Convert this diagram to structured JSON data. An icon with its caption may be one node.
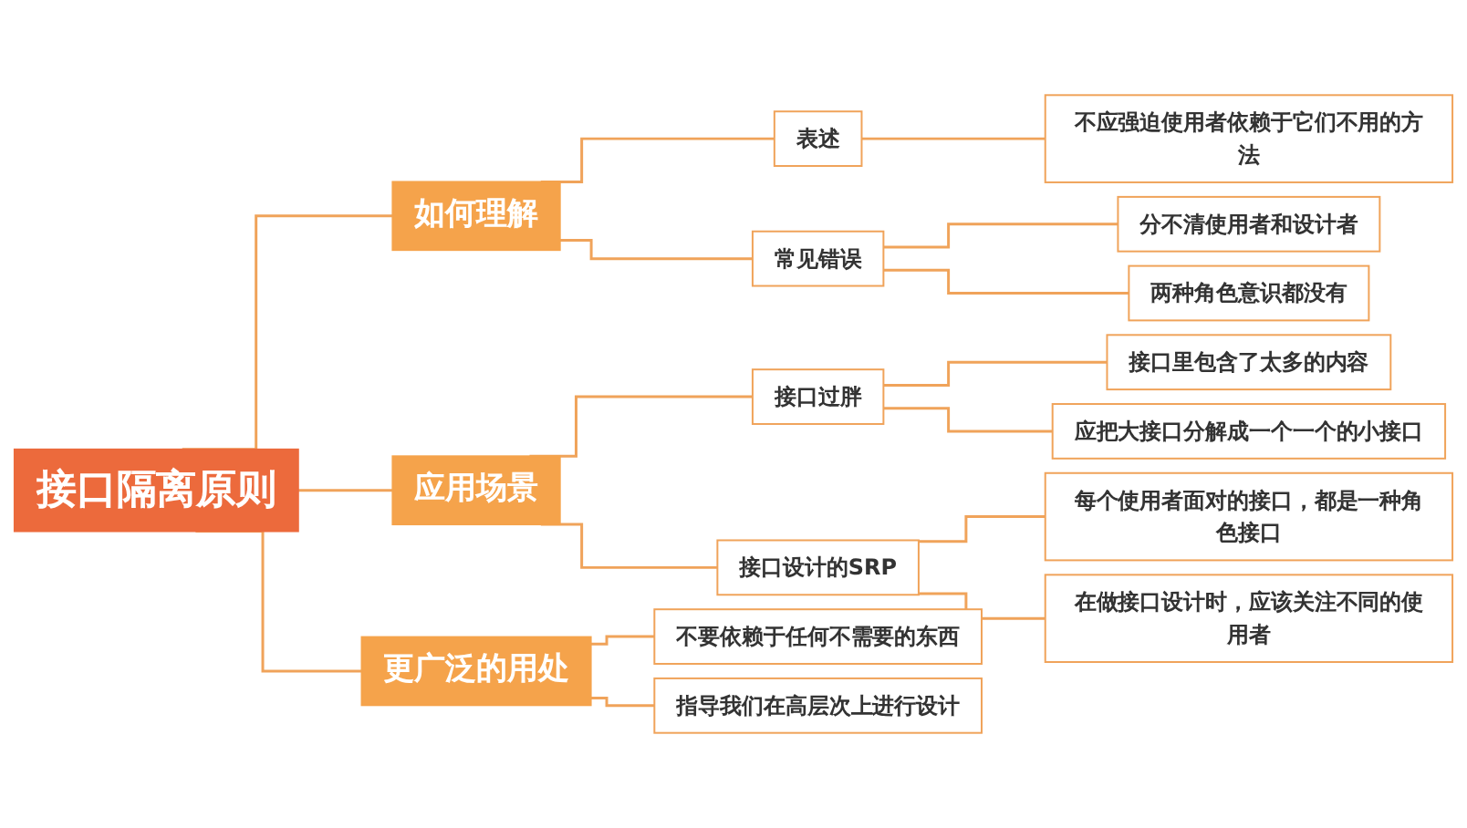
{
  "diagram": {
    "nodes": [
      {
        "text": [
          "接口隔离原则"
        ]
      },
      {
        "text": [
          "如何理解"
        ]
      },
      {
        "text": [
          "表述"
        ]
      },
      {
        "text": [
          "不应强迫使用者依赖于它们不用的方法"
        ]
      },
      {
        "text": [
          "常见错误"
        ]
      },
      {
        "text": [
          "分不清使用者和设计者"
        ]
      },
      {
        "text": [
          "两种角色意识都没有"
        ]
      },
      {
        "text": [
          "应用场景"
        ]
      },
      {
        "text": [
          "接口过胖"
        ]
      },
      {
        "text": [
          "接口里包含了太多的内容"
        ]
      },
      {
        "text": [
          "应把大接口分解成一个一个的小接口"
        ]
      },
      {
        "text": [
          "接口设计的SRP"
        ]
      },
      {
        "text": [
          "每个使用者面对的接口，都是一种角色接口"
        ]
      },
      {
        "text": [
          "在做接口设计时，应该关注不同的使用者"
        ]
      },
      {
        "text": [
          "更广泛的用处"
        ]
      },
      {
        "text": [
          "不要依赖于任何不需要的东西"
        ]
      },
      {
        "text": [
          "指导我们在高层次上进行设计"
        ]
      }
    ],
    "edges": [
      {
        "from": 0,
        "to": 1,
        "arrow": "none"
      },
      {
        "from": 1,
        "to": 2,
        "arrow": "none"
      },
      {
        "from": 2,
        "to": 3,
        "arrow": "none"
      },
      {
        "from": 1,
        "to": 4,
        "arrow": "none"
      },
      {
        "from": 4,
        "to": 5,
        "arrow": "none"
      },
      {
        "from": 4,
        "to": 6,
        "arrow": "none"
      },
      {
        "from": 0,
        "to": 7,
        "arrow": "none"
      },
      {
        "from": 7,
        "to": 8,
        "arrow": "none"
      },
      {
        "from": 8,
        "to": 9,
        "arrow": "none"
      },
      {
        "from": 8,
        "to": 10,
        "arrow": "none"
      },
      {
        "from": 7,
        "to": 11,
        "arrow": "none"
      },
      {
        "from": 11,
        "to": 12,
        "arrow": "none"
      },
      {
        "from": 11,
        "to": 13,
        "arrow": "none"
      },
      {
        "from": 0,
        "to": 14,
        "arrow": "none"
      },
      {
        "from": 14,
        "to": 15,
        "arrow": "none"
      },
      {
        "from": 14,
        "to": 16,
        "arrow": "none"
      }
    ]
  }
}
